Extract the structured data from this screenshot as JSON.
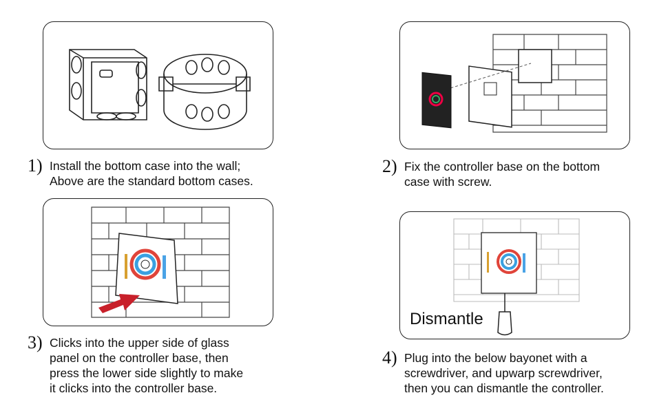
{
  "steps": [
    {
      "num": "1)",
      "text": "Install the bottom case into the wall;\nAbove are the standard bottom cases."
    },
    {
      "num": "2)",
      "text": "Fix the controller base on the bottom\ncase with screw."
    },
    {
      "num": "3)",
      "text": "Clicks into the upper side of glass\npanel on the controller base, then\npress the lower side slightly to make\nit clicks into the controller base."
    },
    {
      "num": "4)",
      "text": "Plug into the below bayonet with a\nscrewdriver, and upwarp screwdriver,\nthen you can dismantle the controller."
    }
  ],
  "panel4": {
    "label": "Dismantle"
  },
  "colors": {
    "arrow": "#c8202a",
    "line": "#222222"
  }
}
